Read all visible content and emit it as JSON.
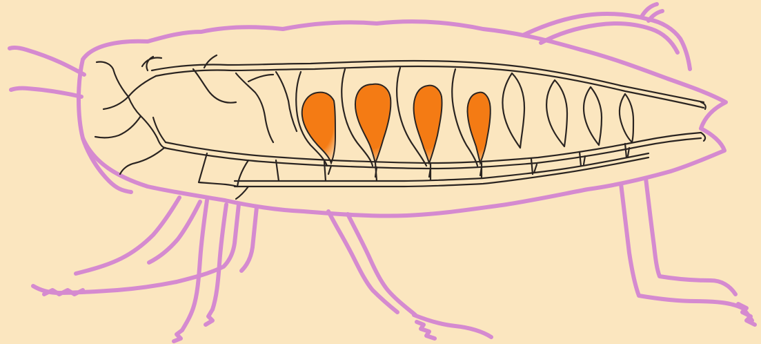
{
  "colors": {
    "background": "#fbe6bf",
    "body_outline": "#d58ad0",
    "tracheal_system": "#2a2421",
    "air_sacs": "#f47b14",
    "air_sac_fade": "#fbe6bf"
  },
  "illustration": {
    "subject": "insect",
    "parts": [
      "body-outline",
      "legs",
      "antennae",
      "tracheal-system",
      "air-sacs"
    ],
    "air_sac_count": 4
  }
}
